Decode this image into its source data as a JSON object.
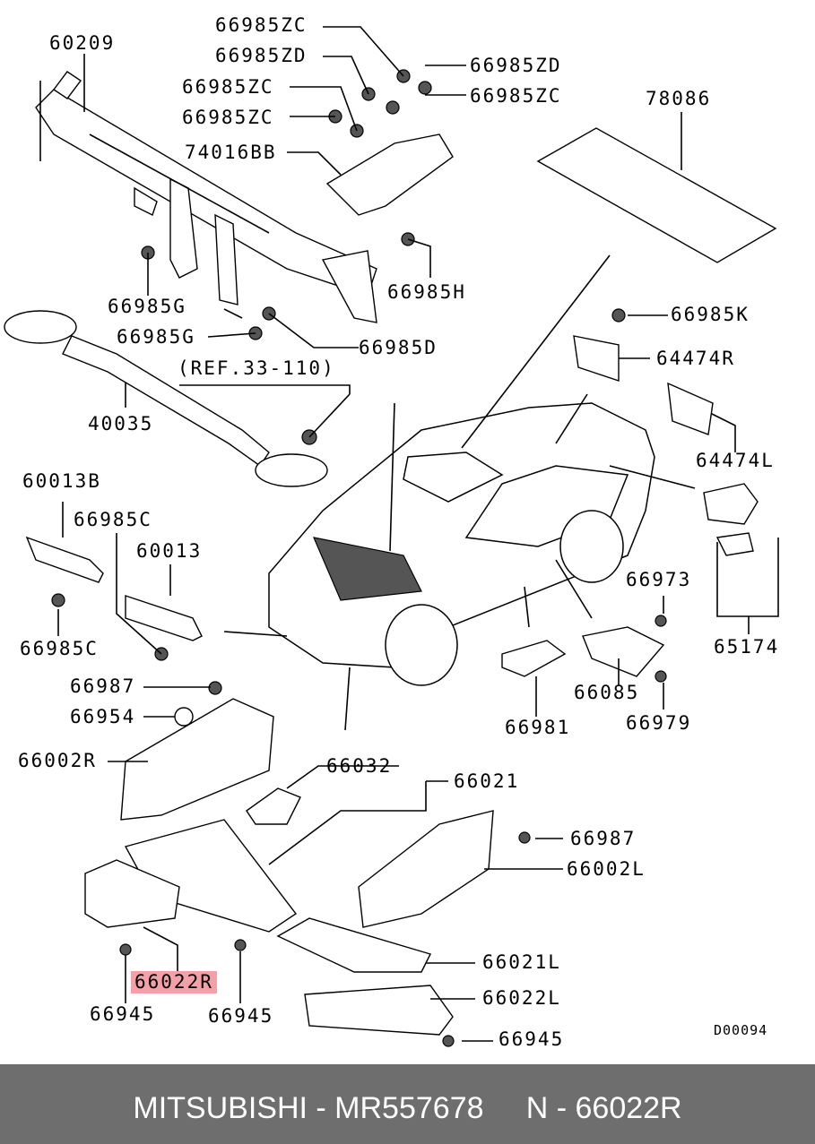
{
  "colors": {
    "footer_bg": "#6e6e6e",
    "highlight": "#f4a0a8"
  },
  "diagram_code": "D00094",
  "footer": {
    "text": "MITSUBISHI - MR557678     N - 66022R"
  },
  "labels": {
    "p60209": "60209",
    "p66985zc_1": "66985ZC",
    "p66985zd_1": "66985ZD",
    "p66985zc_2": "66985ZC",
    "p66985zc_3": "66985ZC",
    "p66985zd_2": "66985ZD",
    "p66985zc_4": "66985ZC",
    "p74016bb": "74016BB",
    "p78086": "78086",
    "p66985g_1": "66985G",
    "p66985g_2": "66985G",
    "p66985h": "66985H",
    "p66985d": "66985D",
    "p66985k": "66985K",
    "p64474r": "64474R",
    "ref": "(REF.33-110)",
    "p40035": "40035",
    "p64474l": "64474L",
    "p60013b": "60013B",
    "p66985c_1": "66985C",
    "p60013": "60013",
    "p66985c_2": "66985C",
    "p66973": "66973",
    "p65174": "65174",
    "p66987_1": "66987",
    "p66954": "66954",
    "p66085": "66085",
    "p66981": "66981",
    "p66979": "66979",
    "p66002r": "66002R",
    "p66032": "66032",
    "p66021": "66021",
    "p66987_2": "66987",
    "p66002l": "66002L",
    "p66021l": "66021L",
    "p66022r": "66022R",
    "p66022l": "66022L",
    "p66945_1": "66945",
    "p66945_2": "66945",
    "p66945_3": "66945"
  }
}
